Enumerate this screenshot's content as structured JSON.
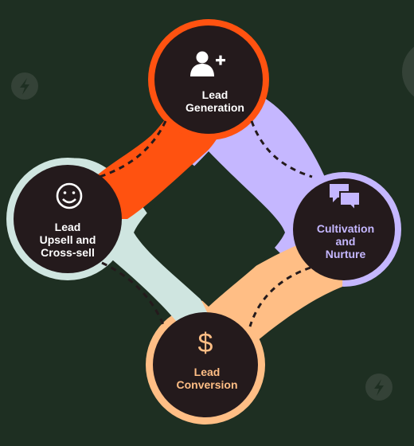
{
  "colors": {
    "background": "#1e2f22",
    "node_fill": "#241a1c",
    "generation": "#ff5210",
    "cultivation": "#c5b7ff",
    "conversion": "#ffbe85",
    "upsell": "#cfe5e0"
  },
  "nodes": {
    "generation": {
      "line1": "Lead",
      "line2": "Generation",
      "icon": "add-user-icon"
    },
    "cultivation": {
      "line1": "Cultivation",
      "line2": "and",
      "line3": "Nurture",
      "icon": "chat-bubbles-icon"
    },
    "conversion": {
      "line1": "Lead",
      "line2": "Conversion",
      "icon": "dollar-icon",
      "glyph": "$"
    },
    "upsell": {
      "line1": "Lead",
      "line2": "Upsell and",
      "line3": "Cross-sell",
      "icon": "smiley-icon"
    }
  },
  "decorations": {
    "icon": "lightning-icon"
  }
}
